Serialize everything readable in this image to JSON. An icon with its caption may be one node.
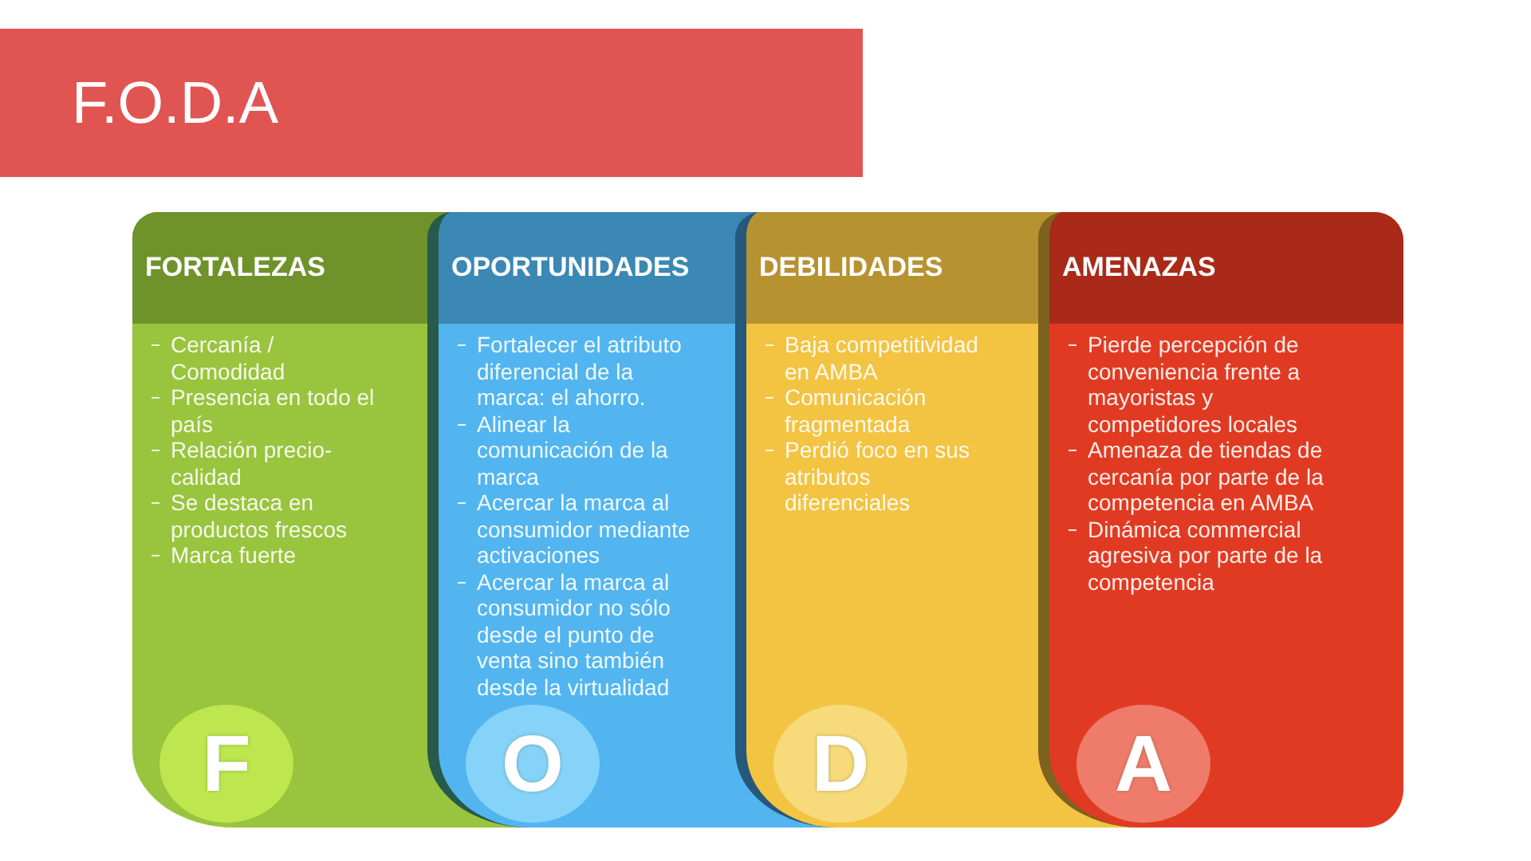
{
  "diagram": {
    "title": "F.O.D.A",
    "nodes": [
      {
        "text": [
          "FORTALEZAS",
          "Cercanía / Comodidad",
          "Presencia en todo el país",
          "Relación precio-calidad",
          "Se destaca en productos frescos",
          "Marca fuerte"
        ]
      },
      {
        "text": [
          "F"
        ],
        "in": 0
      },
      {
        "text": [
          "OPORTUNIDADES",
          "Fortalecer el atributo diferencial de la marca: el ahorro.",
          "Alinear la comunicación de la marca",
          "Acercar la marca al consumidor mediante activaciones",
          "Acercar la marca al consumidor no sólo desde el punto de venta sino también desde la virtualidad"
        ]
      },
      {
        "text": [
          "O"
        ],
        "in": 2
      },
      {
        "text": [
          "DEBILIDADES",
          "Baja competitividad en AMBA",
          "Comunicación fragmentada",
          "Perdió foco en sus atributos diferenciales"
        ]
      },
      {
        "text": [
          "D"
        ],
        "in": 4
      },
      {
        "text": [
          "AMENAZAS",
          "Pierde percepción de conveniencia frente a mayoristas y competidores locales",
          "Amenaza de tiendas de cercanía por parte de la competencia en AMBA",
          "Dinámica commercial agresiva por parte de la competencia"
        ]
      },
      {
        "text": [
          "A"
        ],
        "in": 6
      }
    ]
  }
}
